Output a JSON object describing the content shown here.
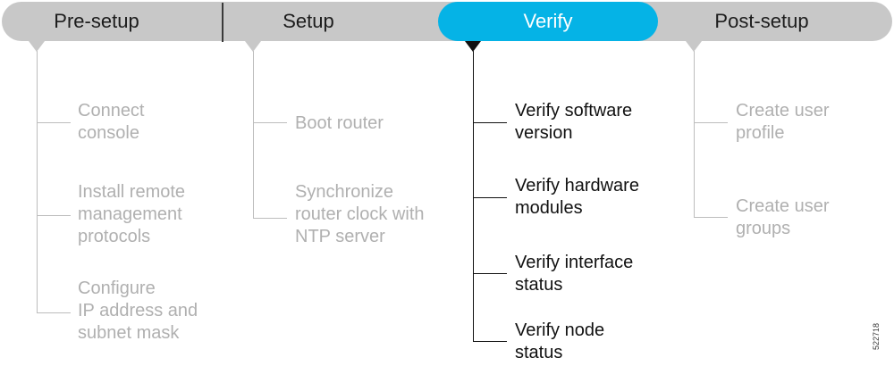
{
  "stages": [
    {
      "label": "Pre-setup",
      "active": false,
      "steps": [
        "Connect\nconsole",
        "Install remote\nmanagement\nprotocols",
        "Configure\nIP address and\nsubnet mask"
      ]
    },
    {
      "label": "Setup",
      "active": false,
      "steps": [
        "Boot router",
        "Synchronize\nrouter clock with\nNTP server"
      ]
    },
    {
      "label": "Verify",
      "active": true,
      "steps": [
        "Verify software\nversion",
        "Verify hardware\nmodules",
        "Verify interface\nstatus",
        "Verify node\nstatus"
      ]
    },
    {
      "label": "Post-setup",
      "active": false,
      "steps": [
        "Create user\nprofile",
        "Create user\ngroups"
      ]
    }
  ],
  "figure_id": "522718",
  "colors": {
    "bar": "#c8c8c8",
    "active_pill": "#05b3e6",
    "inactive_text": "#b0b0b0",
    "active_text": "#111111"
  }
}
